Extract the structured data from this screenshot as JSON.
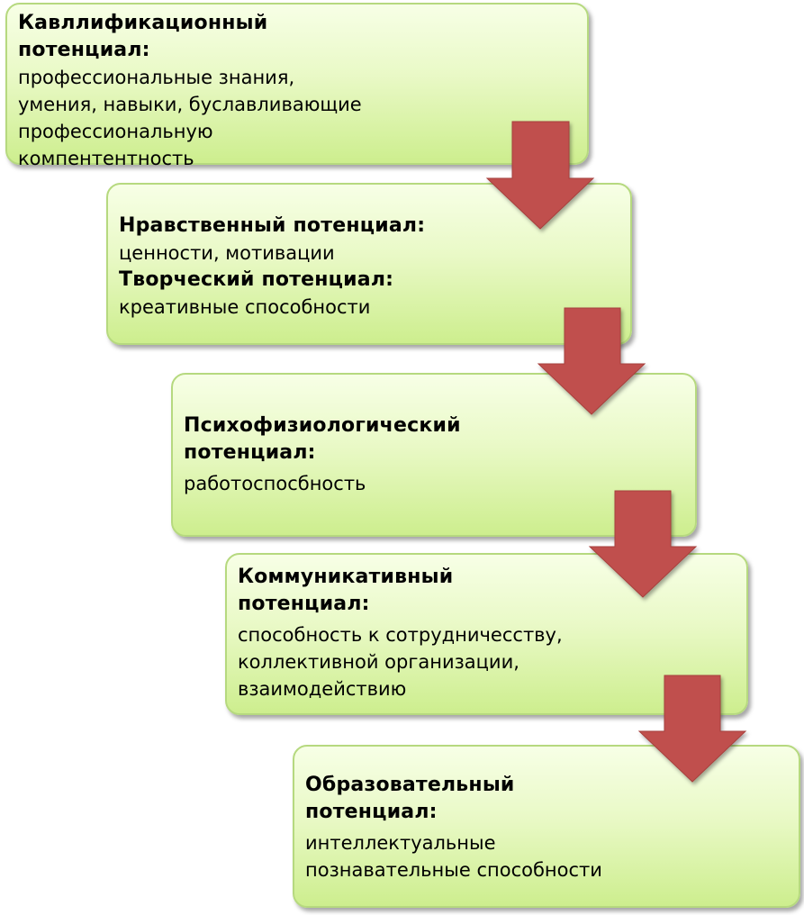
{
  "colors": {
    "box_fill_top": "#f7ffe6",
    "box_fill_bottom": "#cdee8e",
    "box_border": "#b6d97f",
    "arrow_fill": "#c0504d"
  },
  "steps": [
    {
      "title": "Кавллификационный потенциал:",
      "lines": [
        "профессиональные знания,",
        "умения, навыки, буславливающие",
        "профессиональную",
        "компентентность"
      ]
    },
    {
      "title": "Нравственный потенциал:",
      "lines": [
        "ценности, мотивации"
      ],
      "title2": "Творческий потенциал:",
      "lines2": [
        "креативные способности"
      ]
    },
    {
      "title": "Психофизиологический потенциал:",
      "lines": [
        "работоспосбность"
      ]
    },
    {
      "title": "Коммуникативный потенциал:",
      "lines": [
        "способность к сотрудничесству,",
        "коллективной организации,",
        "взаимодействию"
      ]
    },
    {
      "title": "Образовательный потенциал:",
      "lines": [
        "интеллектуальные",
        "познавательные способности"
      ]
    }
  ]
}
